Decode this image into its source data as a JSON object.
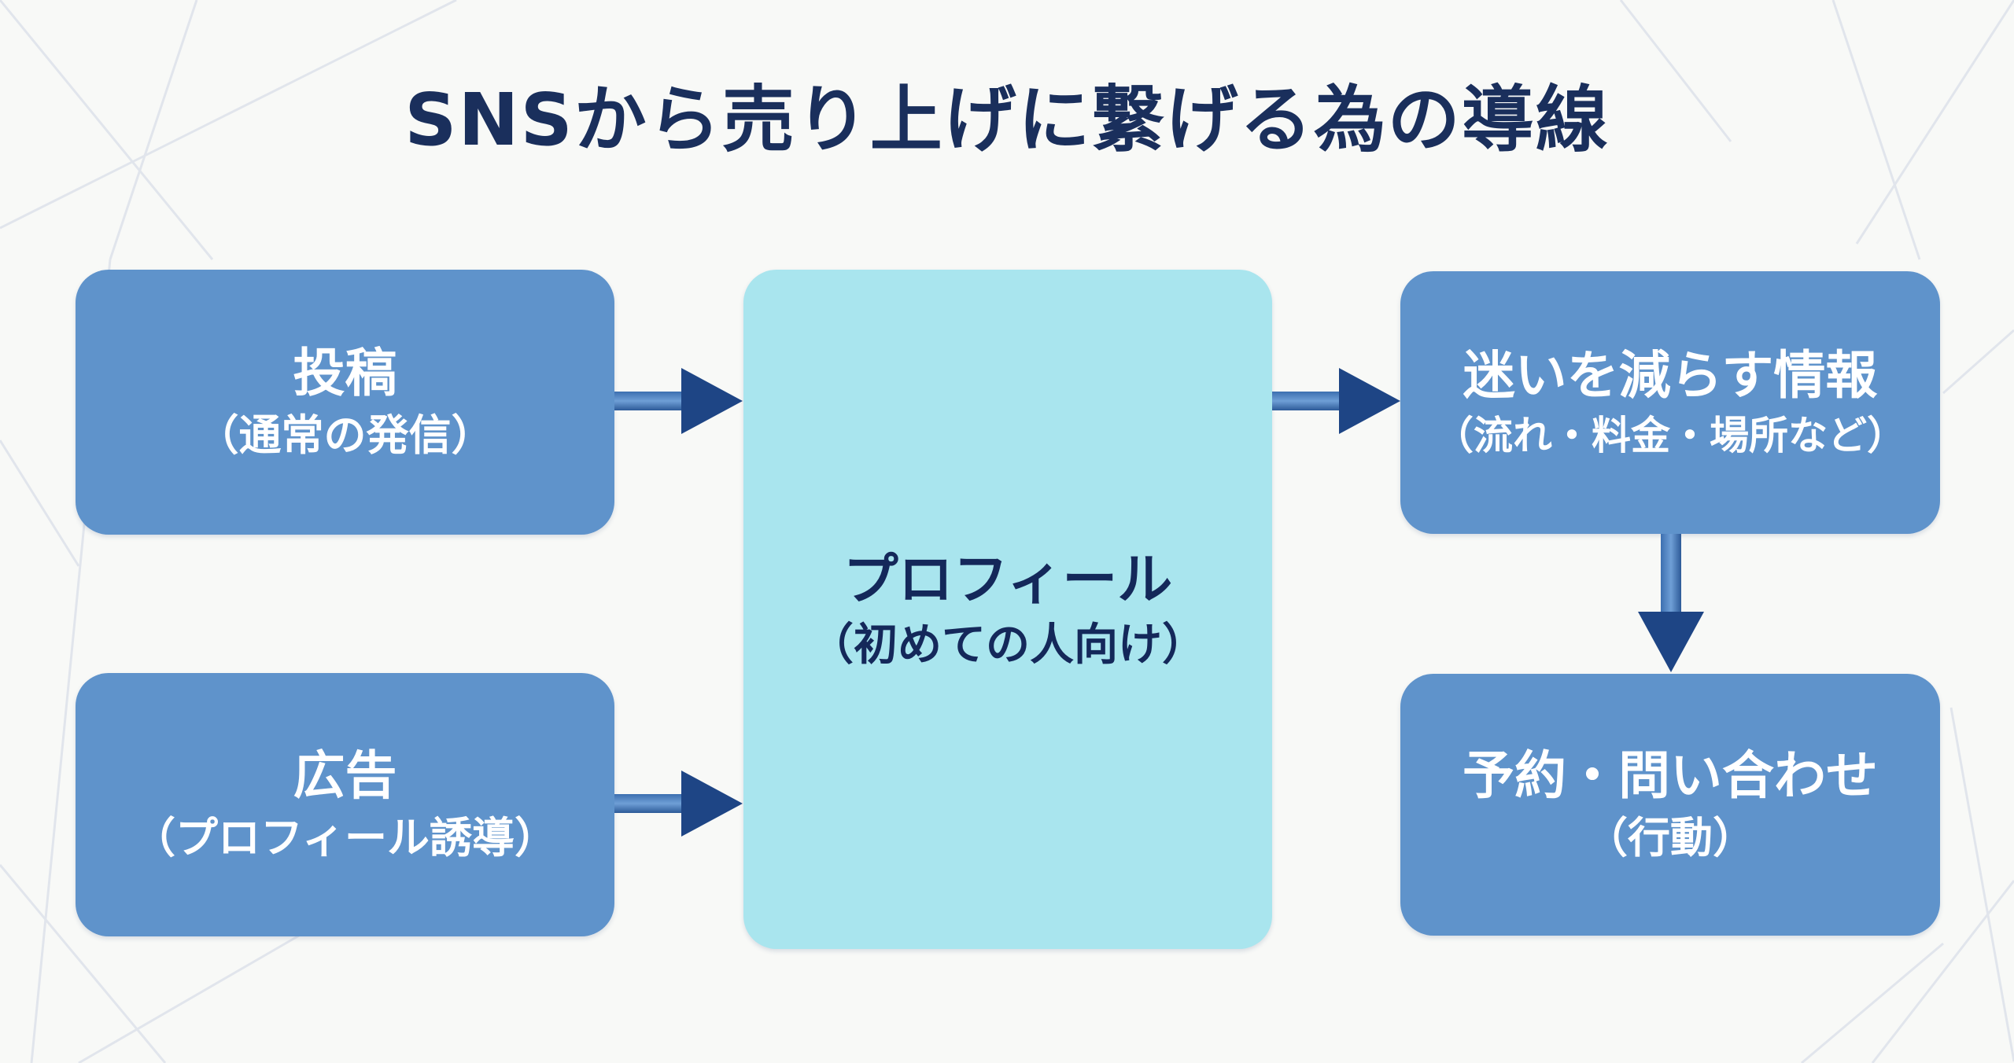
{
  "title": "SNSから売り上げに繋げる為の導線",
  "colors": {
    "title": "#1a2f5c",
    "box_dark": "#5f93cb",
    "box_light": "#a9e5ee",
    "arrow": "#1e4585",
    "background": "#f8f9f7"
  },
  "nodes": {
    "post": {
      "main": "投稿",
      "sub": "（通常の発信）"
    },
    "ad": {
      "main": "広告",
      "sub": "（プロフィール誘導）"
    },
    "profile": {
      "main": "プロフィール",
      "sub": "（初めての人向け）"
    },
    "info": {
      "main": "迷いを減らす情報",
      "sub": "（流れ・料金・場所など）"
    },
    "action": {
      "main": "予約・問い合わせ",
      "sub": "（行動）"
    }
  },
  "edges": [
    {
      "from": "post",
      "to": "profile"
    },
    {
      "from": "ad",
      "to": "profile"
    },
    {
      "from": "profile",
      "to": "info"
    },
    {
      "from": "info",
      "to": "action"
    }
  ]
}
